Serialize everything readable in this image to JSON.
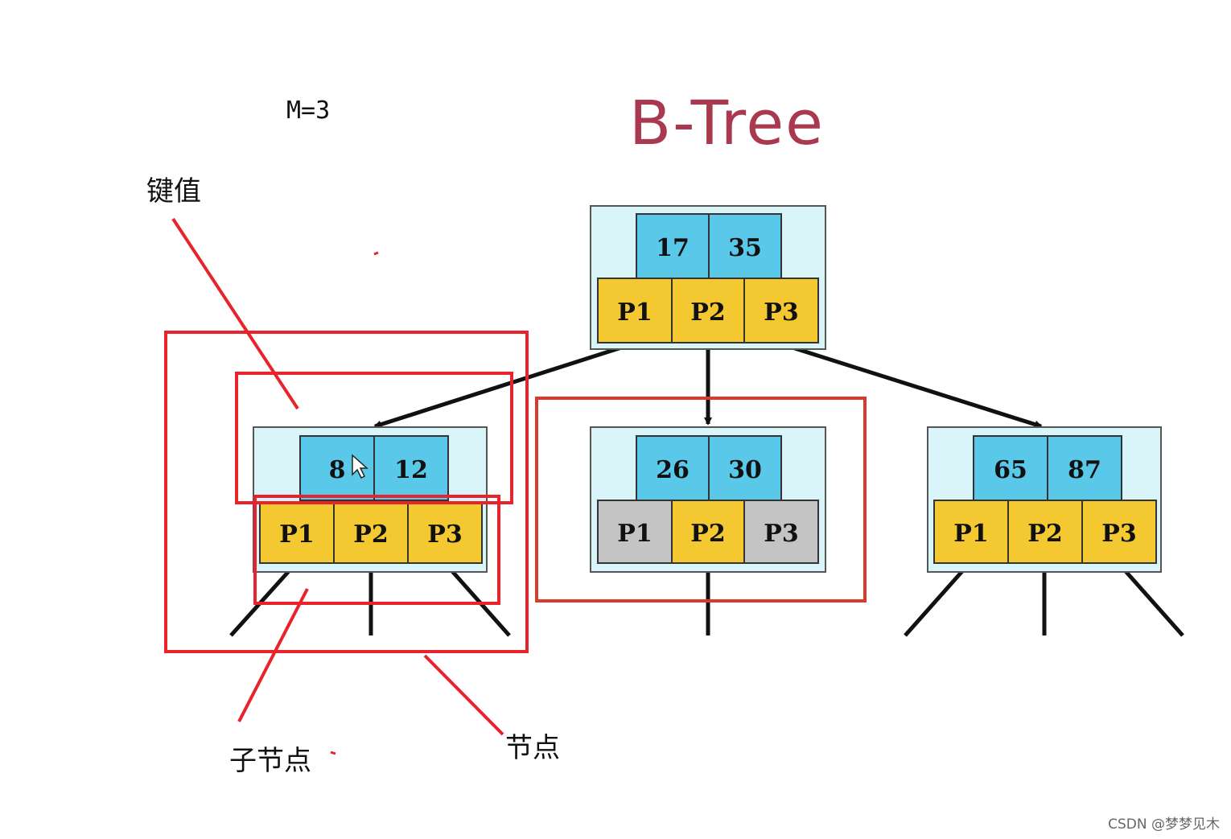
{
  "header": {
    "m_label": "M=3",
    "title": "B-Tree"
  },
  "colors": {
    "title": "#a8394f",
    "node_bg": "#d9f5fa",
    "key_cell": "#5ac8e8",
    "pointer_cell": "#f3c830",
    "unused_pointer": "#c4c4c4",
    "annotation": "#e8232b"
  },
  "tree": {
    "root": {
      "keys": [
        "17",
        "35"
      ],
      "pointers": [
        "P1",
        "P2",
        "P3"
      ]
    },
    "children": [
      {
        "keys": [
          "8",
          "12"
        ],
        "pointers": [
          "P1",
          "P2",
          "P3"
        ]
      },
      {
        "keys": [
          "26",
          "30"
        ],
        "pointers": [
          "P1",
          "P2",
          "P3"
        ]
      },
      {
        "keys": [
          "65",
          "87"
        ],
        "pointers": [
          "P1",
          "P2",
          "P3"
        ]
      }
    ]
  },
  "annotations": {
    "key_value": "键值",
    "child_node": "子节点",
    "node": "节点"
  },
  "watermark": "CSDN @梦梦见木"
}
